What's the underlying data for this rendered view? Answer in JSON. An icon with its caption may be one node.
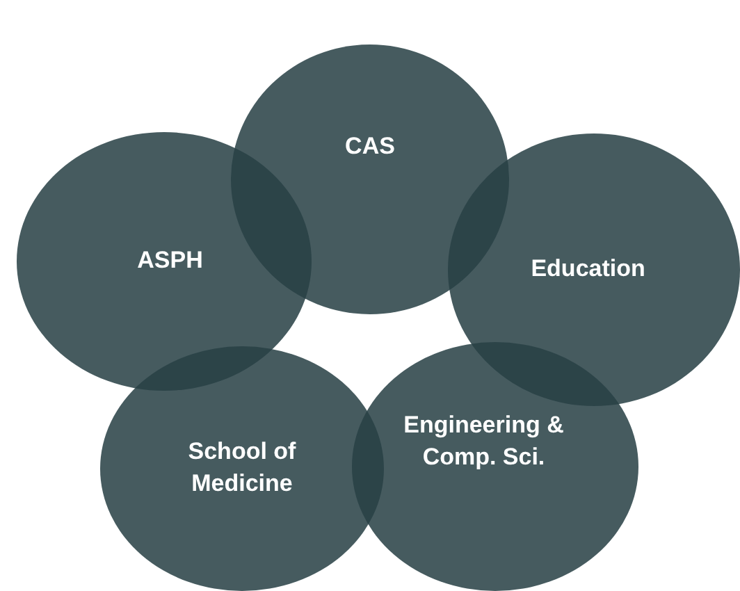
{
  "diagram": {
    "nodes": [
      {
        "text": [
          "CAS"
        ]
      },
      {
        "text": [
          "ASPH"
        ]
      },
      {
        "text": [
          "Education"
        ]
      },
      {
        "text": [
          "School of Medicine"
        ]
      },
      {
        "text": [
          "Engineering & Comp. Sci."
        ]
      }
    ]
  }
}
